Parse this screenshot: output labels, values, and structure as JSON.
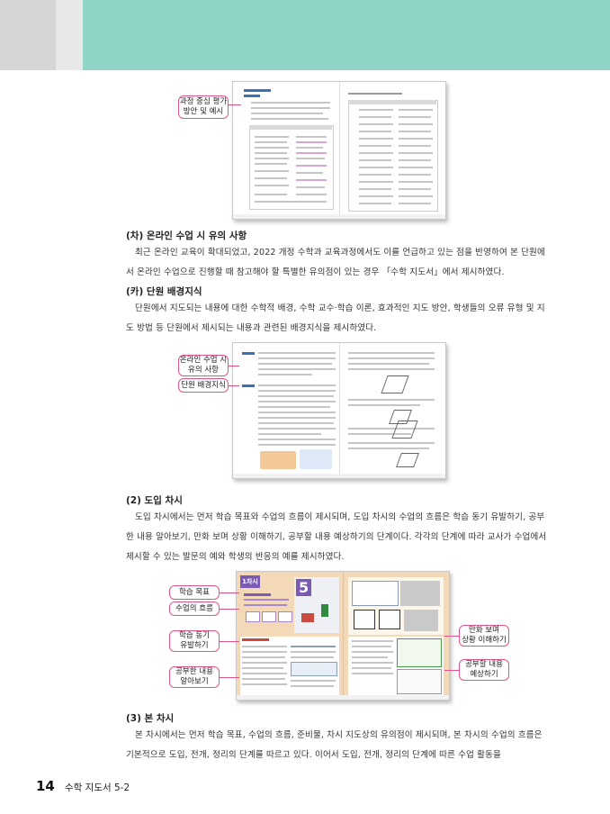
{
  "callouts": {
    "process_eval": "과정 중심 평가\n방안 및 예시",
    "online_notes": "온라인 수업 시\n유의 사항",
    "unit_background": "단원 배경지식",
    "lesson_goal": "학습 목표",
    "lesson_flow": "수업의 흐름",
    "motivation": "학습 동기\n유발하기",
    "know_content": "공부한 내용\n알아보기",
    "comic": "만화 보며\n상황 이해하기",
    "preview": "공부할 내용\n예상하기"
  },
  "sections": {
    "online_heading": "(차) 온라인 수업 시 유의 사항",
    "online_body": "최근 온라인 교육이 확대되었고, 2022 개정 수학과 교육과정에서도 이를 언급하고 있는 점을 반영하여 본 단원에서 온라인 수업으로 진행할 때 참고해야 할 특별한 유의점이 있는 경우 「수학 지도서」에서 제시하였다.",
    "background_heading": "(카) 단원 배경지식",
    "background_body": "단원에서 지도되는 내용에 대한 수학적 배경, 수학 교수·학습 이론, 효과적인 지도 방안, 학생들의 오류 유형 및 지도 방법 등 단원에서 제시되는 내용과 관련된 배경지식을 제시하였다.",
    "intro_heading": "(2) 도입 차시",
    "intro_body": "도입 차시에서는 먼저 학습 목표와 수업의 흐름이 제시되며, 도입 차시의 수업의 흐름은 학습 동기 유발하기, 공부한 내용 알아보기, 만화 보며 상황 이해하기, 공부할 내용 예상하기의 단계이다. 각각의 단계에 따라 교사가 수업에서 제시할 수 있는 발문의 예와 학생의 반응의 예를 제시하였다.",
    "main_heading": "(3) 본 차시",
    "main_body": "본 차시에서는 먼저 학습 목표, 수업의 흐름, 준비물, 차시 지도상의 유의점이 제시되며, 본 차시의 수업의 흐름은 기본적으로 도입, 전개, 정리의 단계를 따르고 있다. 이어서 도입, 전개, 정리의 단계에 따른 수업 활동을"
  },
  "thumb3": {
    "chapter_badge": "1차시",
    "unit_number": "5"
  },
  "footer": {
    "page_number": "14",
    "book_title": "수학 지도서 5-2"
  },
  "colors": {
    "band": "#8fd4c5",
    "callout_border": "#e0548a",
    "thumb3_bg": "#f4d9b8"
  }
}
